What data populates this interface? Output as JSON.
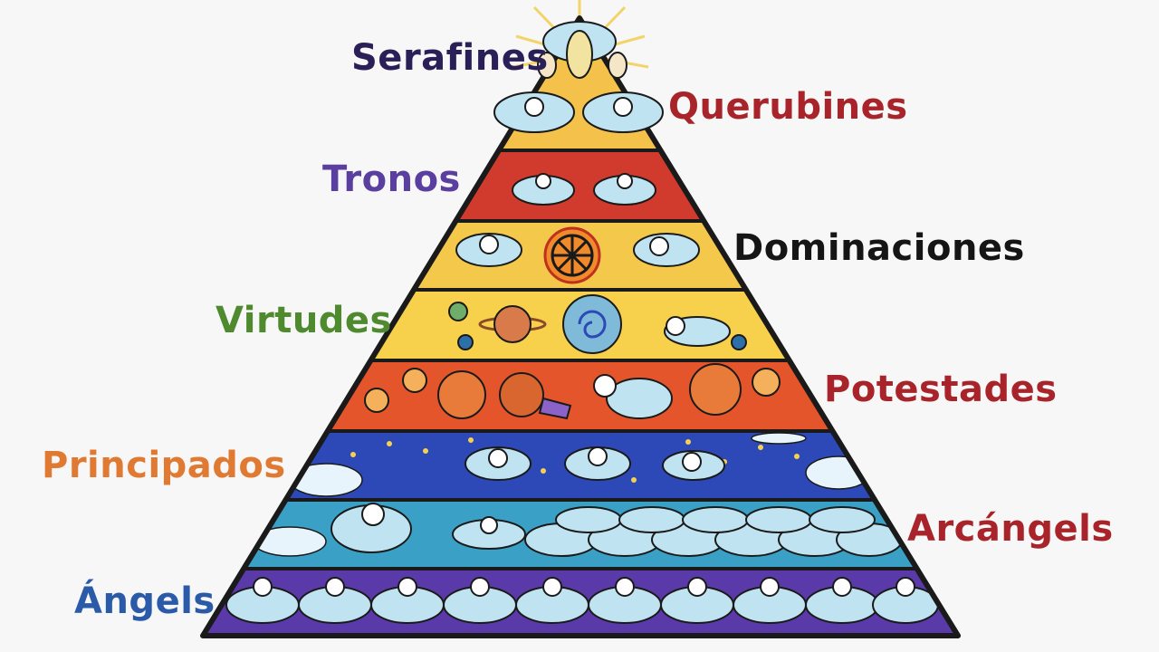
{
  "labels": {
    "serafines": "Serafines",
    "querubines": "Querubines",
    "tronos": "Tronos",
    "dominaciones": "Dominaciones",
    "virtudes": "Virtudes",
    "potestades": "Potestades",
    "principados": "Principados",
    "arcangels": "Arcángels",
    "angels": "Ángels"
  },
  "colors": {
    "serafines": "#2a2057",
    "querubines": "#a8242a",
    "tronos": "#5a3fa0",
    "dominaciones": "#151515",
    "virtudes": "#4f8a2e",
    "potestades": "#a8242a",
    "principados": "#e07a32",
    "arcangels": "#a8242a",
    "angels": "#2a5aa8",
    "band_top": "#f4c24a",
    "band_red": "#d13b2e",
    "band_yellow": "#f4c84a",
    "band_yellow2": "#f7d14b",
    "band_orange": "#e5552b",
    "band_blue": "#2d49b8",
    "band_teal": "#3aa0c6",
    "band_purple": "#5a39a8",
    "outline": "#1a1a1a"
  }
}
